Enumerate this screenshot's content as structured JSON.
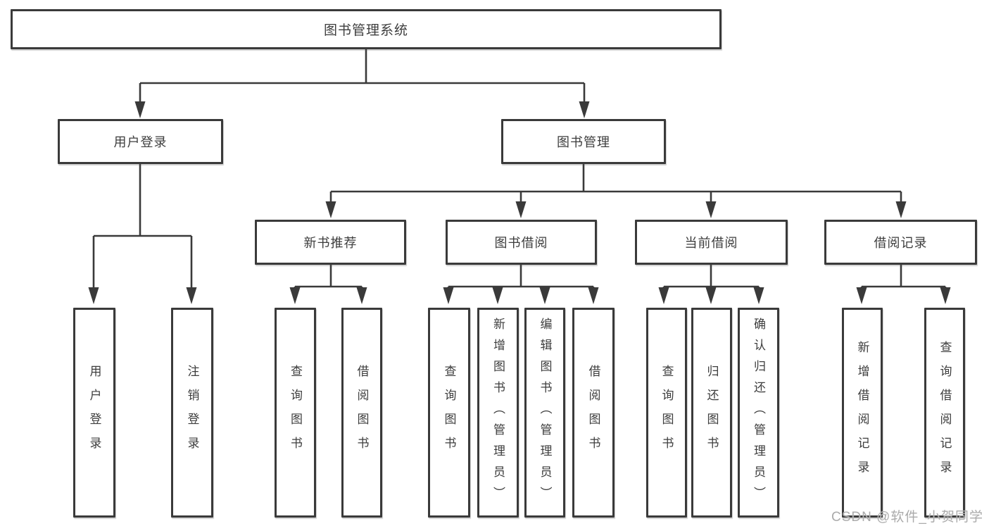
{
  "tree": {
    "root": {
      "label": "图书管理系统",
      "children": [
        {
          "label": "用户登录",
          "children": [
            {
              "label": "用户登录"
            },
            {
              "label": "注销登录"
            }
          ]
        },
        {
          "label": "图书管理",
          "children": [
            {
              "label": "新书推荐",
              "children": [
                {
                  "label": "查询图书"
                },
                {
                  "label": "借阅图书"
                }
              ]
            },
            {
              "label": "图书借阅",
              "children": [
                {
                  "label": "查询图书"
                },
                {
                  "label": "新增图书（管理员）"
                },
                {
                  "label": "编辑图书（管理员）"
                },
                {
                  "label": "借阅图书"
                }
              ]
            },
            {
              "label": "当前借阅",
              "children": [
                {
                  "label": "查询图书"
                },
                {
                  "label": "归还图书"
                },
                {
                  "label": "确认归还（管理员）"
                }
              ]
            },
            {
              "label": "借阅记录",
              "children": [
                {
                  "label": "新增借阅记录"
                },
                {
                  "label": "查询借阅记录"
                }
              ]
            }
          ]
        }
      ]
    }
  },
  "watermark": "CSDN @软件_小贺同学",
  "colors": {
    "line": "#3a3a3a",
    "text": "#3d3d3d",
    "box_background": "#ffffff",
    "page_background": "#ffffff",
    "watermark": "#ababab"
  }
}
